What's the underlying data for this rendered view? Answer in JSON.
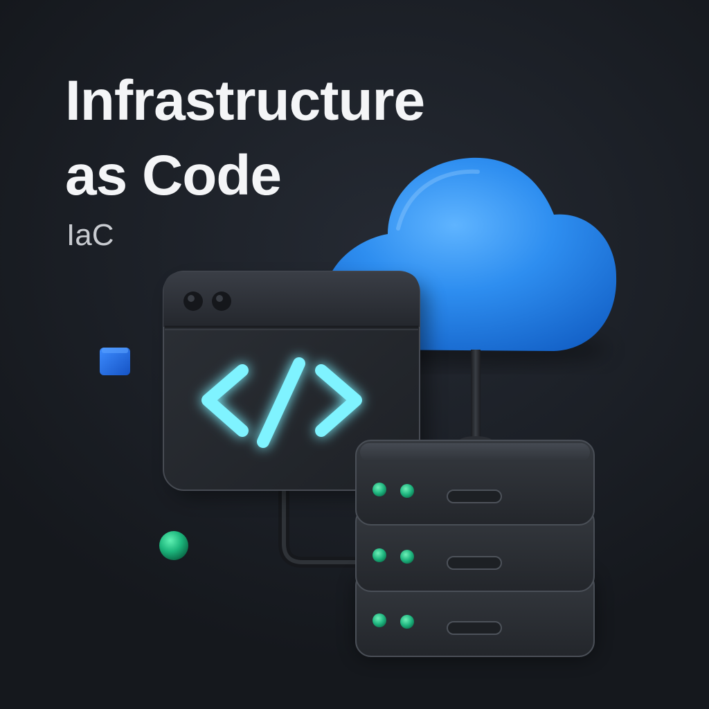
{
  "title": {
    "line1": "Infrastructure",
    "line2": "as Code"
  },
  "subtitle": "IaC",
  "icons": {
    "code_window": "code-window-icon",
    "code_symbol": "code-brackets-icon",
    "cloud": "cloud-icon",
    "server_stack": "server-stack-icon",
    "blue_cube": "cube-icon",
    "green_dot": "sphere-icon"
  },
  "colors": {
    "background": "#1c2027",
    "title": "#f4f5f7",
    "subtitle": "#c9ccd1",
    "cloud_blue": "#2e8ef0",
    "code_glow": "#7ff3ff",
    "status_led": "#22c08a",
    "server_body": "#2e3238"
  },
  "server_stack": {
    "units": 3,
    "leds_per_unit": 2
  }
}
